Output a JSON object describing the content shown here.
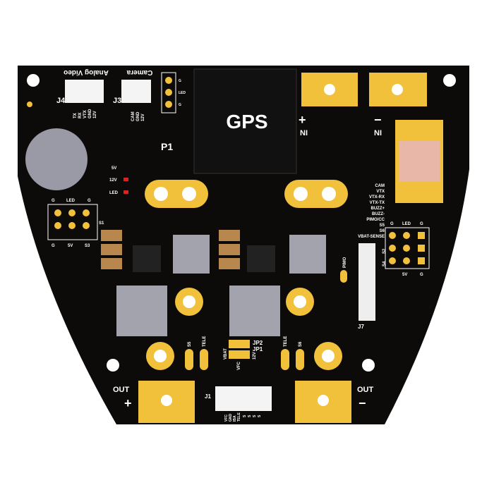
{
  "board": {
    "gps_label": "GPS",
    "p1": "P1",
    "connectors": {
      "j4": "J4",
      "j4_title": "Analog Video",
      "j4_pins": [
        "TX",
        "RX",
        "VTX",
        "GND",
        "12V"
      ],
      "j3": "J3",
      "j3_title": "Camera",
      "j3_pins": [
        "CAM",
        "GND",
        "12V"
      ],
      "led_header": [
        "G",
        "LED",
        "G"
      ],
      "j1": "J1",
      "j1_pins": [
        "VFC",
        "GND",
        "IBA",
        "TELE",
        "S",
        "S",
        "S",
        "S"
      ],
      "j7": "J7"
    },
    "power": {
      "in_plus": "+",
      "in_plus_label": "NI",
      "in_minus": "−",
      "in_minus_label": "NI",
      "out_plus_label": "OUT",
      "out_plus": "+",
      "out_minus_label": "OUT",
      "out_minus": "−"
    },
    "left_header": {
      "top": [
        "G",
        "LED",
        "G"
      ],
      "bottom": [
        "G",
        "5V",
        "S3"
      ],
      "side": "S1"
    },
    "right_header": {
      "top": [
        "G",
        "LED",
        "G"
      ],
      "bottom": [
        "5V",
        "G"
      ],
      "side": [
        "S2",
        "S4"
      ]
    },
    "indicators": [
      "5V",
      "12V",
      "LED"
    ],
    "j7_pins": [
      "CAM",
      "VTX",
      "VTX-RX",
      "VTX-TX",
      "BUZZ+",
      "BUZZ-",
      "PIMO/CC",
      "S5",
      "S6",
      "VBAT-SENSE"
    ],
    "pads": {
      "s5": "S5",
      "tele_left": "TELE",
      "tele_right": "TELE",
      "s6": "S6",
      "pimo": "PIMO",
      "vbat": "VBAT",
      "vfc": "VFC",
      "v12": "12V",
      "jp2": "JP2",
      "jp1": "JP1"
    },
    "colors": {
      "pcb": "#0d0b0a",
      "gold": "#f2c13c",
      "silk": "#ffffff",
      "inductor": "#a3a3ad",
      "capacitor": "#b8874e",
      "buzzer": "#9a9aa6"
    }
  }
}
